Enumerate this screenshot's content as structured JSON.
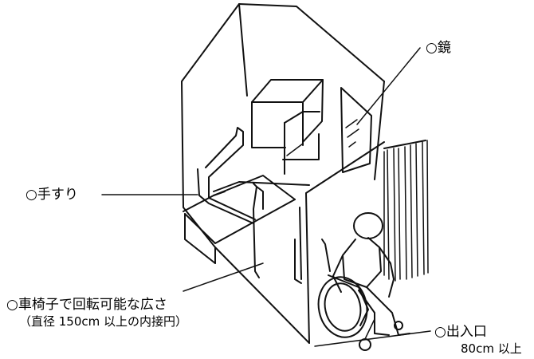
{
  "labels": {
    "mirror": "○鏡",
    "handrail": "○手すり",
    "turning_space": "○車椅子で回転可能な広さ",
    "turning_space_note": "（直径 150cm 以上の内接円）",
    "entrance": "○出入口",
    "entrance_width": "80cm 以上"
  }
}
